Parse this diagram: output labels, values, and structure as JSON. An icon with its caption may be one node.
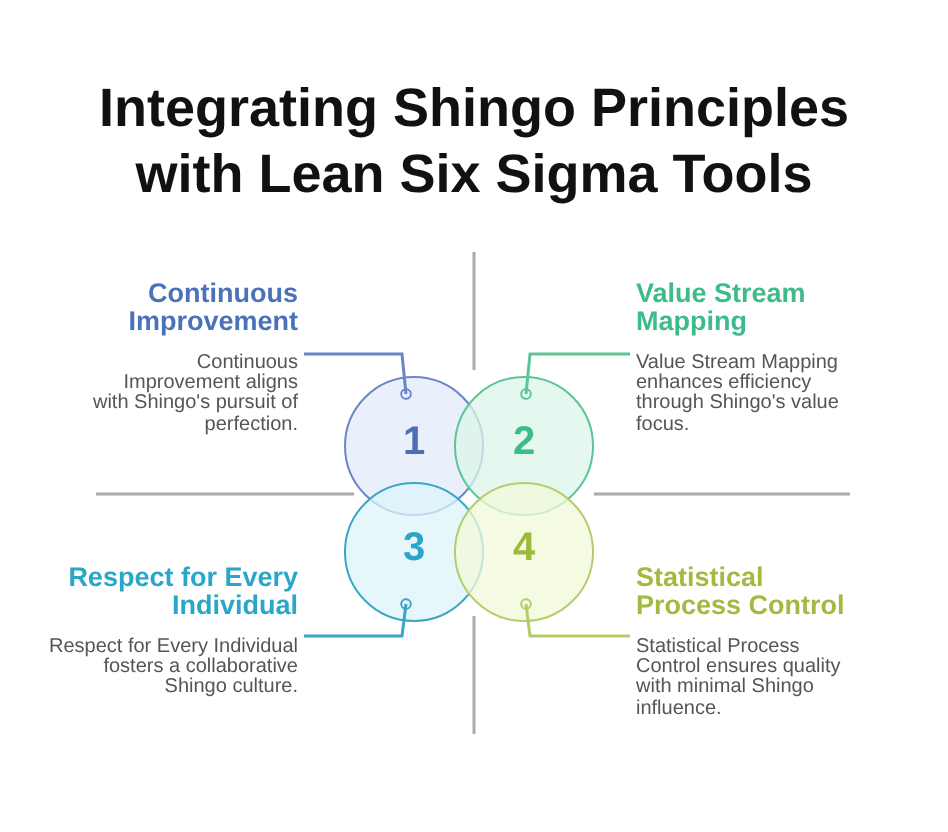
{
  "diagram": {
    "title": "Integrating Shingo Principles with Lean Six Sigma Tools",
    "nodes": [
      {
        "text": [
          "Continuous Improvement",
          "Continuous Improvement aligns with Shingo's pursuit of perfection."
        ]
      },
      {
        "text": [
          "1"
        ]
      },
      {
        "text": [
          "2"
        ]
      },
      {
        "text": [
          "Value Stream Mapping",
          "Value Stream Mapping enhances efficiency through Shingo's value focus."
        ]
      },
      {
        "text": [
          "Respect for Every Individual",
          "Respect for Every Individual fosters a collaborative Shingo culture."
        ]
      },
      {
        "text": [
          "3"
        ]
      },
      {
        "text": [
          "4"
        ]
      },
      {
        "text": [
          "Statistical Process Control",
          "Statistical Process Control ensures quality with minimal Shingo influence."
        ]
      }
    ],
    "edges": [
      {
        "from": 0,
        "to": 1,
        "arrow": "other",
        "color": "#6a86c6"
      },
      {
        "from": 3,
        "to": 2,
        "arrow": "other",
        "color": "#5cc596"
      },
      {
        "from": 4,
        "to": 5,
        "arrow": "other",
        "color": "#3aa6c4"
      },
      {
        "from": 7,
        "to": 6,
        "arrow": "other",
        "color": "#b5cc6a"
      }
    ]
  }
}
